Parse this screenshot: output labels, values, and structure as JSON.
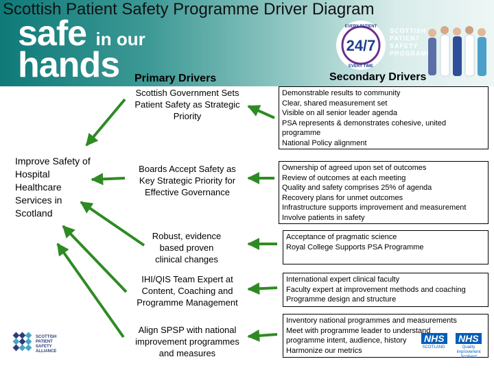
{
  "title": "Scottish Patient Safety Programme Driver Diagram",
  "logo": {
    "safe": "safe",
    "in_our": "in our",
    "hands": "hands"
  },
  "emblem": {
    "top_text": "EVERY PATIENT",
    "bottom_text": "EVERY TIME",
    "number": "24/7"
  },
  "programme_logo_lines": [
    "SCOTTISH",
    "PATIENT",
    "SAFETY",
    "PROGRAMME"
  ],
  "headers": {
    "primary": "Primary Drivers",
    "secondary": "Secondary Drivers"
  },
  "aim": "Improve Safety of Hospital Healthcare Services in Scotland",
  "primary_drivers": [
    {
      "label": "Scottish Government Sets Patient  Safety as Strategic Priority"
    },
    {
      "label": "Boards Accept Safety as Key Strategic Priority for Effective Governance"
    },
    {
      "label": "Robust, evidence based proven clinical changes"
    },
    {
      "label": "IHI/QIS  Team Expert at Content, Coaching and Programme Management"
    },
    {
      "label": "Align SPSP with national improvement programmes and measures"
    }
  ],
  "secondary_drivers": [
    {
      "lines": [
        "Demonstrable results to community",
        "Clear, shared measurement set",
        "Visible on all senior leader agenda",
        "PSA represents & demonstrates cohesive, united",
        "programme",
        "National Policy alignment"
      ]
    },
    {
      "lines": [
        "Ownership of agreed upon set of outcomes",
        "Review of outcomes at each meeting",
        "Quality and safety comprises 25% of agenda",
        "Recovery plans for unmet outcomes",
        "Infrastructure supports improvement and measurement",
        "Involve patients in safety"
      ]
    },
    {
      "lines": [
        "Acceptance of pragmatic science",
        "Royal College Supports PSA Programme"
      ]
    },
    {
      "lines": [
        "International expert clinical faculty",
        "Faculty expert at improvement methods and coaching",
        "Programme design and structure"
      ]
    },
    {
      "lines": [
        "Inventory national programmes and measurements",
        "Meet with programme leader  to understand",
        "programme intent, audience, history",
        "Harmonize our metrics"
      ]
    }
  ],
  "footer": {
    "alliance_lines": [
      "SCOTTISH",
      "PATIENT",
      "SAFETY",
      "ALLIANCE"
    ],
    "nhs_logo_1": {
      "mark": "NHS",
      "sub": "SCOTLAND"
    },
    "nhs_logo_2": {
      "mark": "NHS",
      "sub": "Quality Improvement Scotland"
    }
  },
  "colors": {
    "arrow": "#2e8b23",
    "banner": "#0e7a78"
  }
}
